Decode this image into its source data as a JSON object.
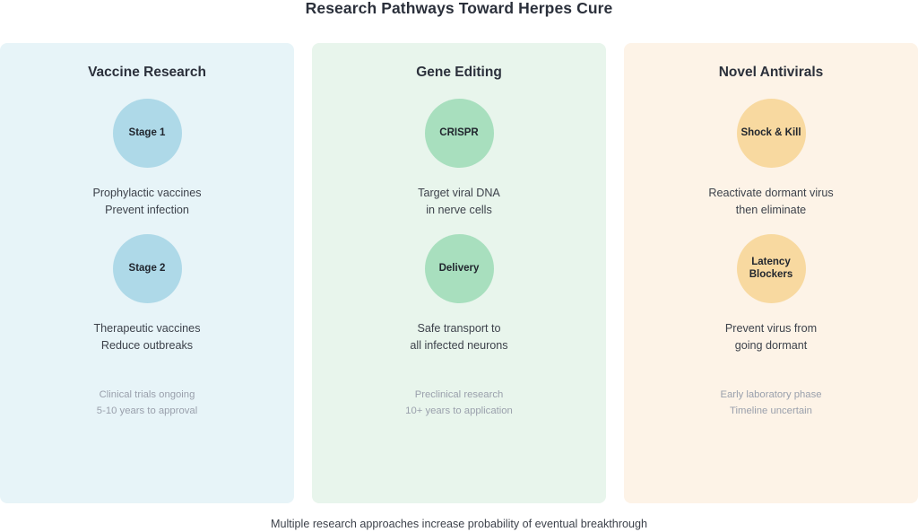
{
  "title": "Research Pathways Toward Herpes Cure",
  "caption": "Multiple research approaches increase probability of eventual breakthrough",
  "colors": {
    "panel_blue": "#e7f4f8",
    "panel_green": "#e8f5ec",
    "panel_orange": "#fdf3e7",
    "bubble_blue": "#aed9e8",
    "bubble_green": "#a8dfbe",
    "bubble_orange": "#f8d9a0",
    "title_text": "#2b303b",
    "body_text": "#3d424b",
    "muted_text": "#9aa0ac"
  },
  "columns": [
    {
      "title": "Vaccine Research",
      "theme": "blue",
      "nodes": [
        {
          "label": "Stage 1",
          "desc_line1": "Prophylactic vaccines",
          "desc_line2": "Prevent infection"
        },
        {
          "label": "Stage 2",
          "desc_line1": "Therapeutic vaccines",
          "desc_line2": "Reduce outbreaks"
        }
      ],
      "note_line1": "Clinical trials ongoing",
      "note_line2": "5-10 years to approval"
    },
    {
      "title": "Gene Editing",
      "theme": "green",
      "nodes": [
        {
          "label": "CRISPR",
          "desc_line1": "Target viral DNA",
          "desc_line2": "in nerve cells"
        },
        {
          "label": "Delivery",
          "desc_line1": "Safe transport to",
          "desc_line2": "all infected neurons"
        }
      ],
      "note_line1": "Preclinical research",
      "note_line2": "10+ years to application"
    },
    {
      "title": "Novel Antivirals",
      "theme": "orange",
      "nodes": [
        {
          "label": "Shock & Kill",
          "desc_line1": "Reactivate dormant virus",
          "desc_line2": "then eliminate"
        },
        {
          "label": "Latency Blockers",
          "desc_line1": "Prevent virus from",
          "desc_line2": "going dormant"
        }
      ],
      "note_line1": "Early laboratory phase",
      "note_line2": "Timeline uncertain"
    }
  ]
}
